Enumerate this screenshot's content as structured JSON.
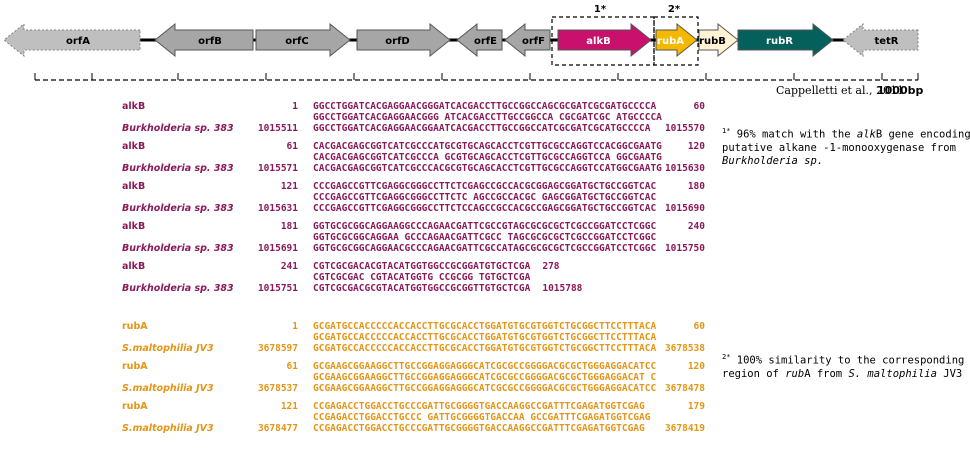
{
  "genes": [
    {
      "label": "orfA",
      "color": "#bfbfbf",
      "dashed": true
    },
    {
      "label": "orfB",
      "color": "#a6a6a6",
      "dashed": false
    },
    {
      "label": "orfC",
      "color": "#a6a6a6",
      "dashed": false
    },
    {
      "label": "orfD",
      "color": "#a6a6a6",
      "dashed": false
    },
    {
      "label": "orfE",
      "color": "#a6a6a6",
      "dashed": false
    },
    {
      "label": "orfF",
      "color": "#a6a6a6",
      "dashed": false
    },
    {
      "label": "alkB",
      "color": "#c8106c",
      "dashed": false
    },
    {
      "label": "rubA",
      "color": "#f5b800",
      "dashed": false
    },
    {
      "label": "rubB",
      "color": "#fff3d6",
      "dashed": false
    },
    {
      "label": "rubR",
      "color": "#05605c",
      "dashed": false
    },
    {
      "label": "tetR",
      "color": "#bfbfbf",
      "dashed": true
    }
  ],
  "box_labels": [
    "1*",
    "2*"
  ],
  "citation": "Cappelletti et al., 2011",
  "scale_bar": "1000bp",
  "alignment_alkB": {
    "color": "#8a1a5a",
    "blocks": [
      {
        "q_label": "alkB",
        "q_start": "1",
        "q_seq": "GGCCTGGATCACGAGGAACGGGATCACGACCTTGCCGGCCAGCGCGATCGCGATGCCCCA",
        "q_end": "60",
        "match": "GGCCTGGATCACGAGGAACGGG ATCACGACCTTGCCGGCCA CGCGATCGC ATGCCCCA",
        "s_label": "Burkholderia sp. 383",
        "s_start": "1015511",
        "s_seq": "GGCCTGGATCACGAGGAACGGAATCACGACCTTGCCGGCCATCGCGATCGCATGCCCCA",
        "s_end": "1015570"
      },
      {
        "q_label": "alkB",
        "q_start": "61",
        "q_seq": "CACGACGAGCGGTCATCGCCCATGCGTGCAGCACCTCGTTGCGCCAGGTCCACGGCGAATG",
        "q_end": "120",
        "match": "CACGACGAGCGGTCATCGCCCA GCGTGCAGCACCTCGTTGCGCCAGGTCCA GGCGAATG",
        "s_label": "Burkholderia sp. 383",
        "s_start": "1015571",
        "s_seq": "CACGACGAGCGGTCATCGCCCACGCGTGCAGCACCTCGTTGCGCCAGGTCCATGGCGAATG",
        "s_end": "1015630"
      },
      {
        "q_label": "alkB",
        "q_start": "121",
        "q_seq": "CCCGAGCCGTTCGAGGCGGGCCTTCTCGAGCCGCCACGCGGAGCGGATGCTGCCGGTCAC",
        "q_end": "180",
        "match": "CCCGAGCCGTTCGAGGCGGGCCTTCTC AGCCGCCACGC GAGCGGATGCTGCCGGTCAC",
        "s_label": "Burkholderia sp. 383",
        "s_start": "1015631",
        "s_seq": "CCCGAGCCGTTCGAGGCGGGCCTTCTCCAGCCGCCACGCCGAGCGGATGCTGCCGGTCAC",
        "s_end": "1015690"
      },
      {
        "q_label": "alkB",
        "q_start": "181",
        "q_seq": "GGTGCGCGGCAGGAAGGCCCAGAACGATTCGCCGTAGCGCGCGCTCGCCGGATCCTCGGC",
        "q_end": "240",
        "match": "GGTGCGCGGCAGGAA GCCCAGAACGATTCGCC TAGCGCGCGCTCGCCGGATCCTCGGC",
        "s_label": "Burkholderia sp. 383",
        "s_start": "1015691",
        "s_seq": "GGTGCGCGGCAGGAACGCCCAGAACGATTCGCCATAGCGCGCGCTCGCCGGATCCTCGGC",
        "s_end": "1015750"
      },
      {
        "q_label": "alkB",
        "q_start": "241",
        "q_seq": "CGTCGCGACACGTACATGGTGGCCGCGGATGTGCTCGA",
        "q_end": "278",
        "match": "CGTCGCGAC CGTACATGGTG CCGCGG TGTGCTCGA",
        "s_label": "Burkholderia sp. 383",
        "s_start": "1015751",
        "s_seq": "CGTCGCGACGCGTACATGGTGGCCGCGGTTGTGCTCGA",
        "s_end": "1015788"
      }
    ]
  },
  "alignment_rubA": {
    "color": "#e59516",
    "blocks": [
      {
        "q_label": "rubA",
        "q_start": "1",
        "q_seq": "GCGATGCCACCCCCACCACCTTGCGCACCTGGATGTGCGTGGTCTGCGGCTTCCTTTACA",
        "q_end": "60",
        "match": "GCGATGCCACCCCCACCACCTTGCGCACCTGGATGTGCGTGGTCTGCGGCTTCCTTTACA",
        "s_label": "S.maltophilia JV3",
        "s_start": "3678597",
        "s_seq": "GCGATGCCACCCCCACCACCTTGCGCACCTGGATGTGCGTGGTCTGCGGCTTCCTTTACA",
        "s_end": "3678538"
      },
      {
        "q_label": "rubA",
        "q_start": "61",
        "q_seq": "GCGAAGCGGAAGGCTTGCCGGAGGAGGGCATCGCGCCGGGGACGCGCTGGGAGGACATCC",
        "q_end": "120",
        "match": "GCGAAGCGGAAGGCTTGCCGGAGGAGGGCATCGCGCCGGGGACGCGCTGGGAGGACAT C",
        "s_label": "S.maltophilia JV3",
        "s_start": "3678537",
        "s_seq": "GCGAAGCGGAAGGCTTGCCGGAGGAGGGCATCGCGCCGGGGACGCGCTGGGAGGACATCC",
        "s_end": "3678478"
      },
      {
        "q_label": "rubA",
        "q_start": "121",
        "q_seq": "CCGAGACCTGGACCTGCCCGATTGCGGGGTGACCAAGGCCGATTTCGAGATGGTCGAG",
        "q_end": "179",
        "match": "CCGAGACCTGGACCTGCCC GATTGCGGGGTGACCAA GCCGATTTCGAGATGGTCGAG",
        "s_label": "S.maltophilia JV3",
        "s_start": "3678477",
        "s_seq": "CCGAGACCTGGACCTGCCCGATTGCGGGGTGACCAAGGCCGATTTCGAGATGGTCGAG",
        "s_end": "3678419"
      }
    ]
  },
  "notes": {
    "note1": {
      "mark": "1*",
      "text_a": " 96% match with the ",
      "gene": "alk",
      "text_b": "B gene encoding a",
      "line2": "putative alkane -1-monooxygenase from",
      "line3": "Burkholderia sp."
    },
    "note2": {
      "mark": "2*",
      "text_a": " 100% similarity to the corresponding",
      "line2a": "region of ",
      "gene": "rub",
      "line2b": "A from ",
      "species": "S. maltophilia",
      "line2c": " JV3"
    }
  }
}
